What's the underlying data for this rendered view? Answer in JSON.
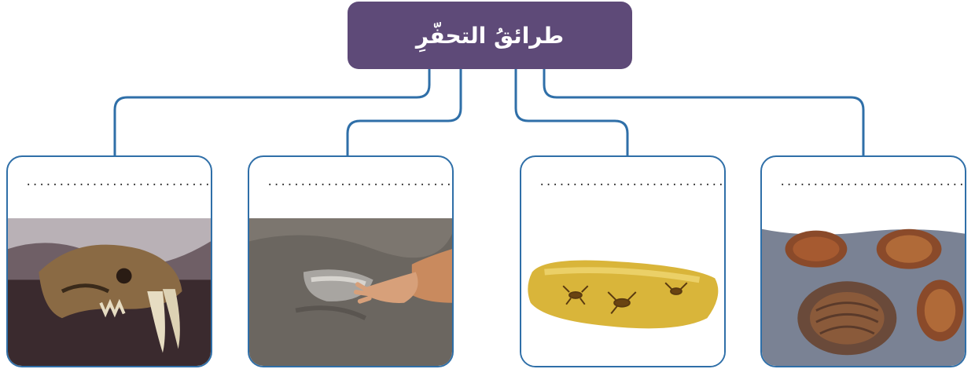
{
  "diagram": {
    "title": "طرائقُ التحفّرِ",
    "colors": {
      "title_bg": "#5e4a78",
      "connector": "#2f6fa8",
      "card_border": "#2f6fa8"
    },
    "cards": [
      {
        "blank": "........................................",
        "image": "saber-tooth-skull"
      },
      {
        "blank": "........................................",
        "image": "footprint-in-rock"
      },
      {
        "blank": "........................................",
        "image": "insects-in-amber"
      },
      {
        "blank": "........................................",
        "image": "trilobite-fossils"
      }
    ]
  }
}
